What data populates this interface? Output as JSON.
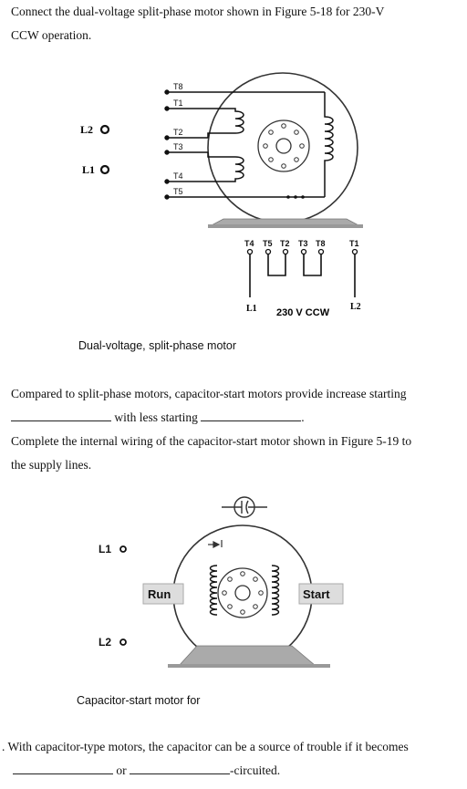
{
  "q1": {
    "prompt_line1": "Connect the dual-voltage split-phase motor shown in Figure 5-18 for 230-V",
    "prompt_line2": "CCW operation."
  },
  "figure1": {
    "supply_labels": [
      "L2",
      "L1"
    ],
    "lead_labels": [
      "T8",
      "T1",
      "T2",
      "T3",
      "T4",
      "T5"
    ],
    "terminal_labels": [
      "T4",
      "T5",
      "T2",
      "T3",
      "T8",
      "T1"
    ],
    "bottom_line_labels": [
      "L1",
      "L2"
    ],
    "voltage_label": "230 V CCW",
    "caption": "Dual-voltage, split-phase motor"
  },
  "q2": {
    "line1": "Compared to split-phase motors, capacitor-start motors provide increase starting",
    "line2_mid": "with less starting",
    "line2_end": ".",
    "line3": "Complete the internal wiring of the capacitor-start motor shown in Figure 5-19 to",
    "line4": "the supply lines."
  },
  "figure2": {
    "supply_labels": [
      "L1",
      "L2"
    ],
    "run_label": "Run",
    "start_label": "Start",
    "caption": "Capacitor-start motor for"
  },
  "q3": {
    "lead": ".",
    "line1": "With capacitor-type motors, the capacitor can be a source of trouble if it becomes",
    "line2_mid": "or",
    "line2_end": "-circuited."
  }
}
